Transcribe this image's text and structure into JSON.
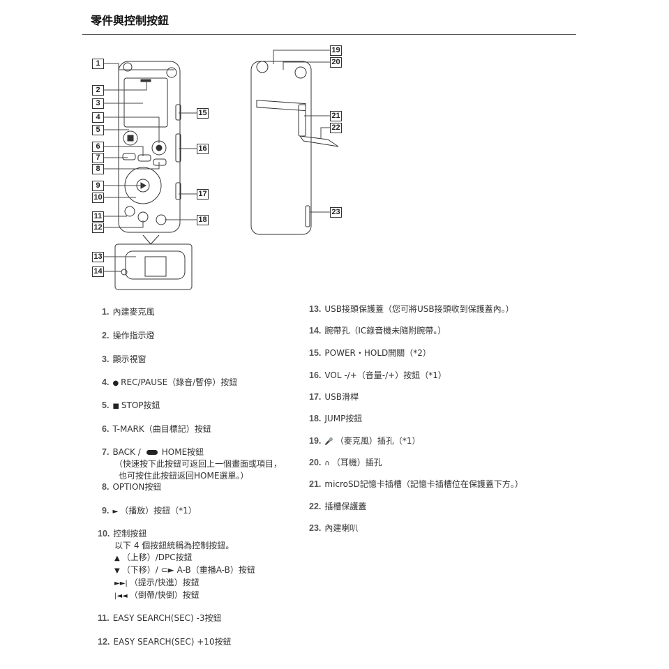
{
  "title": "零件與控制按鈕",
  "callouts": [
    "1",
    "2",
    "3",
    "4",
    "5",
    "6",
    "7",
    "8",
    "9",
    "10",
    "11",
    "12",
    "13",
    "14",
    "15",
    "16",
    "17",
    "18",
    "19",
    "20",
    "21",
    "22",
    "23"
  ],
  "left_items": [
    {
      "num": "1.",
      "text": "內建麥克風"
    },
    {
      "num": "2.",
      "text": "操作指示燈"
    },
    {
      "num": "3.",
      "text": "顯示視窗"
    },
    {
      "num": "4.",
      "icon": "●",
      "text": "REC/PAUSE（錄音/暫停）按鈕"
    },
    {
      "num": "5.",
      "icon": "■",
      "text": "STOP按鈕"
    },
    {
      "num": "6.",
      "text": "T-MARK（曲目標記）按鈕"
    },
    {
      "num": "7.",
      "text_before": "BACK /",
      "text": "HOME按鈕",
      "line2": "（快速按下此按鈕可返回上一個畫面或項目，",
      "line3": "也可按住此按鈕返回HOME選單。）"
    },
    {
      "num": "8.",
      "text": "OPTION按鈕"
    },
    {
      "num": "9.",
      "icon": "►",
      "text": "（播放）按鈕（*1）"
    },
    {
      "num": "10.",
      "text": "控制按鈕",
      "lines": [
        {
          "icon": "",
          "text": "以下 4 個按鈕統稱為控制按鈕。"
        },
        {
          "icon": "▲",
          "text": "（上移）/DPC按鈕"
        },
        {
          "icon": "▼",
          "text": "（下移）/ ⊂► A-B（重播A-B）按鈕"
        },
        {
          "icon": "►►|",
          "text": "（提示/快進）按鈕"
        },
        {
          "icon": "|◄◄",
          "text": "（倒帶/快倒）按鈕"
        }
      ]
    },
    {
      "num": "11.",
      "text": "EASY SEARCH(SEC) -3按鈕"
    },
    {
      "num": "12.",
      "text": "EASY SEARCH(SEC) +10按鈕"
    }
  ],
  "right_items": [
    {
      "num": "13.",
      "text": "USB接頭保護蓋（您可將USB接頭收到保護蓋內。）"
    },
    {
      "num": "14.",
      "text": "腕帶孔（IC錄音機未隨附腕帶。）"
    },
    {
      "num": "15.",
      "text": "POWER・HOLD開關（*2）"
    },
    {
      "num": "16.",
      "text": "VOL -/+（音量-/+）按鈕（*1）"
    },
    {
      "num": "17.",
      "text": "USB滑桿"
    },
    {
      "num": "18.",
      "text": "JUMP按鈕"
    },
    {
      "num": "19.",
      "icon": "🎤",
      "text": "（麥克風）插孔（*1）"
    },
    {
      "num": "20.",
      "icon": "∩",
      "text": "（耳機）插孔"
    },
    {
      "num": "21.",
      "text": "microSD記憶卡插槽（記憶卡插槽位在保護蓋下方。）"
    },
    {
      "num": "22.",
      "text": "插槽保護蓋"
    },
    {
      "num": "23.",
      "text": "內建喇叭"
    }
  ]
}
